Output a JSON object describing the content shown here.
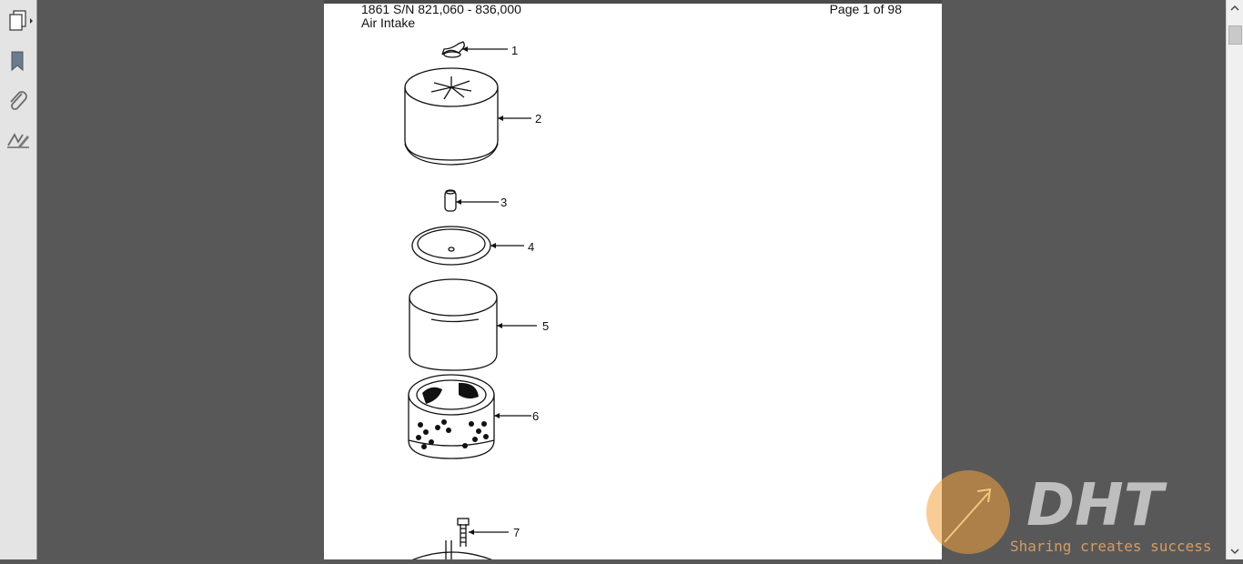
{
  "document": {
    "model_line": "1861 S/N 821,060 - 836,000",
    "page_indicator": "Page 1 of 98",
    "section_title": "Air Intake"
  },
  "diagram": {
    "callouts": [
      "1",
      "2",
      "3",
      "4",
      "5",
      "6",
      "7"
    ]
  },
  "sidebar": {
    "icons": [
      "pages-icon",
      "bookmarks-icon",
      "attachments-icon",
      "signatures-icon"
    ]
  },
  "watermark": {
    "logo_text": "DHT",
    "tagline": "Sharing creates success"
  },
  "colors": {
    "viewer_background": "#585858",
    "sidebar_background": "#e4e4e4",
    "page_background": "#ffffff",
    "watermark_orange": "#f0a54a"
  }
}
